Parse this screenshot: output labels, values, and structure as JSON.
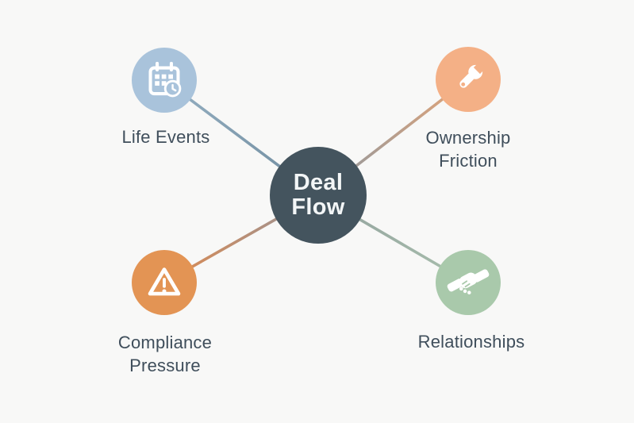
{
  "background_color": "#F8F8F7",
  "diagram": {
    "center_node": {
      "label": "Deal Flow",
      "circle_color": "#44545E",
      "text_color": "#F3F6F7"
    },
    "label_color": "#3F4E5B",
    "icon_color": "#FFFFFF",
    "nodes": [
      {
        "label": "Life Events",
        "icon": "calendar-clock-icon",
        "circle_color": "#A9C3DB",
        "position": "top-left"
      },
      {
        "label": "Ownership Friction",
        "icon": "wrench-icon",
        "circle_color": "#F4B086",
        "position": "top-right"
      },
      {
        "label": "Compliance Pressure",
        "icon": "warning-triangle-icon",
        "circle_color": "#E39454",
        "position": "bottom-left"
      },
      {
        "label": "Relationships",
        "icon": "handshake-icon",
        "circle_color": "#A9C9AB",
        "position": "bottom-right"
      }
    ],
    "connectors": [
      {
        "from": "center",
        "to": "life-events",
        "color_start": "#6F8B9E",
        "color_end": "#95B0C2"
      },
      {
        "from": "center",
        "to": "ownership-friction",
        "color_start": "#8C98A2",
        "color_end": "#E3A477"
      },
      {
        "from": "center",
        "to": "compliance-pressure",
        "color_start": "#97949B",
        "color_end": "#DD8A4F"
      },
      {
        "from": "center",
        "to": "relationships",
        "color_start": "#93A29E",
        "color_end": "#A8BFAD"
      }
    ]
  }
}
